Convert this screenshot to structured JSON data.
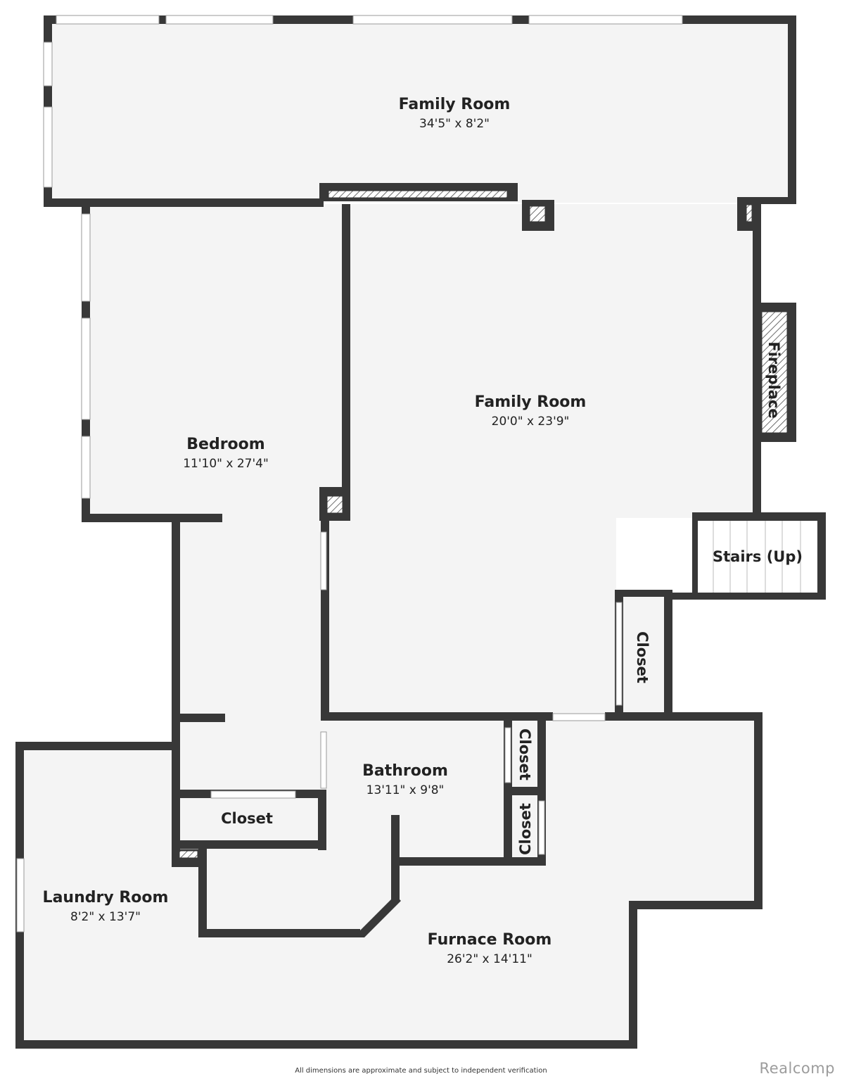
{
  "rooms": {
    "family_top": {
      "name": "Family Room",
      "dims": "34'5\" x 8'2\""
    },
    "family_main": {
      "name": "Family Room",
      "dims": "20'0\" x 23'9\""
    },
    "bedroom": {
      "name": "Bedroom",
      "dims": "11'10\" x 27'4\""
    },
    "bathroom": {
      "name": "Bathroom",
      "dims": "13'11\" x 9'8\""
    },
    "laundry": {
      "name": "Laundry Room",
      "dims": "8'2\" x 13'7\""
    },
    "furnace": {
      "name": "Furnace Room",
      "dims": "26'2\" x 14'11\""
    }
  },
  "labels": {
    "fireplace": "Fireplace",
    "stairs": "Stairs (Up)",
    "closet_family": "Closet",
    "closet_bath_upper": "Closet",
    "closet_bath_lower": "Closet",
    "closet_bedroom": "Closet"
  },
  "footer": {
    "disclaimer": "All dimensions are approximate and subject to independent verification",
    "brand": "Realcomp"
  },
  "colors": {
    "wall": "#383838",
    "floor": "#f4f4f4",
    "brand": "#9c9c9c"
  }
}
